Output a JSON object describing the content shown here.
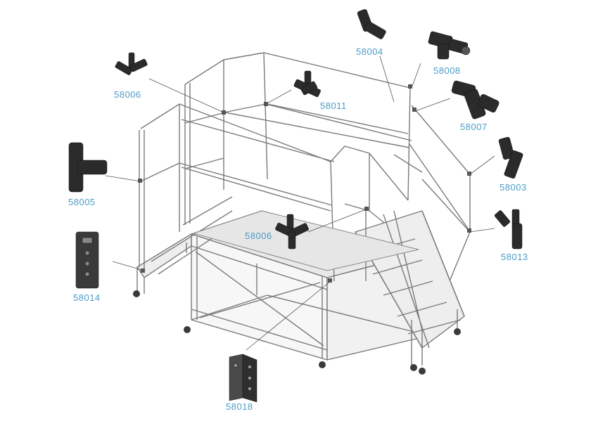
{
  "colors": {
    "label": "#4a9cc7",
    "frame_stroke": "#6b6b6b",
    "frame_fill": "#f4f4f4",
    "fitting": "#2a2a2a",
    "leader": "#555555"
  },
  "parts": [
    {
      "id": "p58004",
      "code": "58004",
      "icon": "elbow-fitting-icon"
    },
    {
      "id": "p58008",
      "code": "58008",
      "icon": "three-way-elbow-fitting-icon"
    },
    {
      "id": "p58006a",
      "code": "58006",
      "icon": "cross-fitting-icon"
    },
    {
      "id": "p58011",
      "code": "58011",
      "icon": "four-way-fitting-icon"
    },
    {
      "id": "p58007",
      "code": "58007",
      "icon": "angled-tee-fitting-icon"
    },
    {
      "id": "p58005",
      "code": "58005",
      "icon": "tee-fitting-icon"
    },
    {
      "id": "p58003",
      "code": "58003",
      "icon": "angle-elbow-fitting-icon"
    },
    {
      "id": "p58006b",
      "code": "58006",
      "icon": "cross-fitting-icon"
    },
    {
      "id": "p58013",
      "code": "58013",
      "icon": "y-branch-fitting-icon"
    },
    {
      "id": "p58014",
      "code": "58014",
      "icon": "base-bracket-icon"
    },
    {
      "id": "p58018",
      "code": "58018",
      "icon": "angle-bracket-icon"
    }
  ]
}
